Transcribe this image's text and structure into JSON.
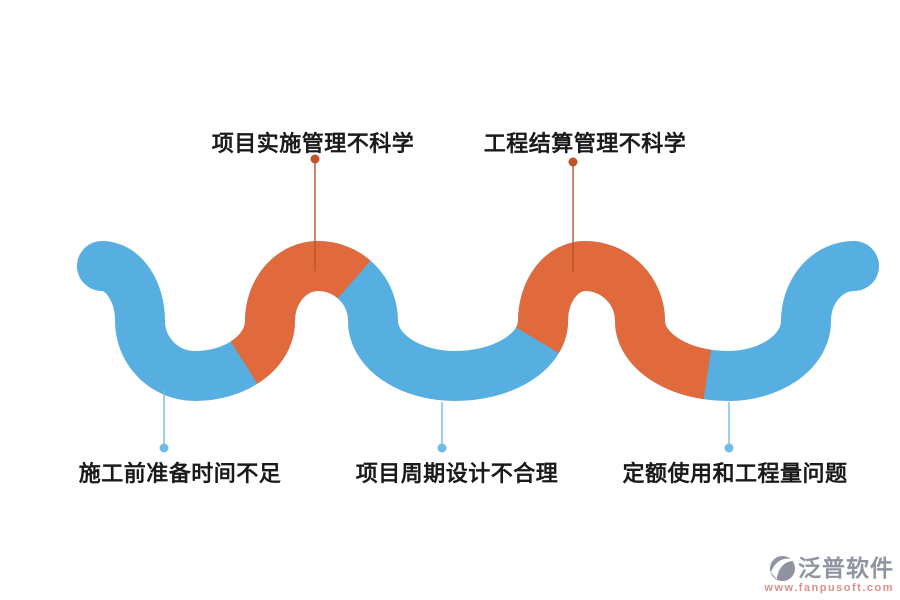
{
  "diagram": {
    "title_hint": "construction-project-problems-wave-diagram",
    "top_labels": [
      {
        "text": "项目实施管理不科学"
      },
      {
        "text": "工程结算管理不科学"
      }
    ],
    "bottom_labels": [
      {
        "text": "施工前准备时间不足"
      },
      {
        "text": "项目周期设计不合理"
      },
      {
        "text": "定额使用和工程量问题"
      }
    ]
  },
  "colors": {
    "ribbon_blue": "#57AEE1",
    "ribbon_orange": "#E16A3C",
    "leader_top": "#BF5327",
    "leader_bottom": "#6FBCE8",
    "label_text": "#1A1A1A",
    "logo_gray": "#9094A0",
    "logo_url_red": "#DD8F88"
  },
  "watermark": {
    "name": "泛普软件",
    "url": "www.fanpusoft.com"
  }
}
